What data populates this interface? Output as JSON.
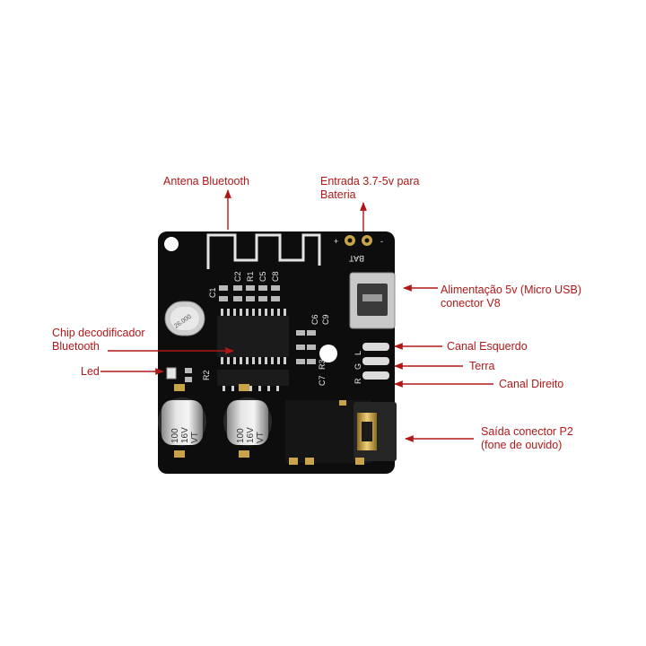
{
  "labels": {
    "antenna": "Antena Bluetooth",
    "battery_line1": "Entrada 3.7-5v para",
    "battery_line2": "Bateria",
    "power_line1": "Alimentação 5v (Micro USB)",
    "power_line2": "conector V8",
    "chip_line1": "Chip decodificador",
    "chip_line2": "Bluetooth",
    "left_channel": "Canal Esquerdo",
    "ground": "Terra",
    "right_channel": "Canal Direito",
    "led": "Led",
    "output_line1": "Saída conector P2",
    "output_line2": "(fone de ouvido)"
  },
  "board_silkscreen": {
    "bat": "BAT",
    "pins": [
      "R",
      "G",
      "L"
    ],
    "components": [
      "C1",
      "C2",
      "R1",
      "C5",
      "C8",
      "C6",
      "C9",
      "R2",
      "C7",
      "R3"
    ],
    "cap_left": [
      "100",
      "16V",
      "VT"
    ],
    "cap_right": [
      "100",
      "16V",
      "VT"
    ],
    "crystal": "26.000"
  },
  "colors": {
    "annotation": "#b01818",
    "board": "#0d0d0d",
    "gold": "#c9a34a"
  }
}
